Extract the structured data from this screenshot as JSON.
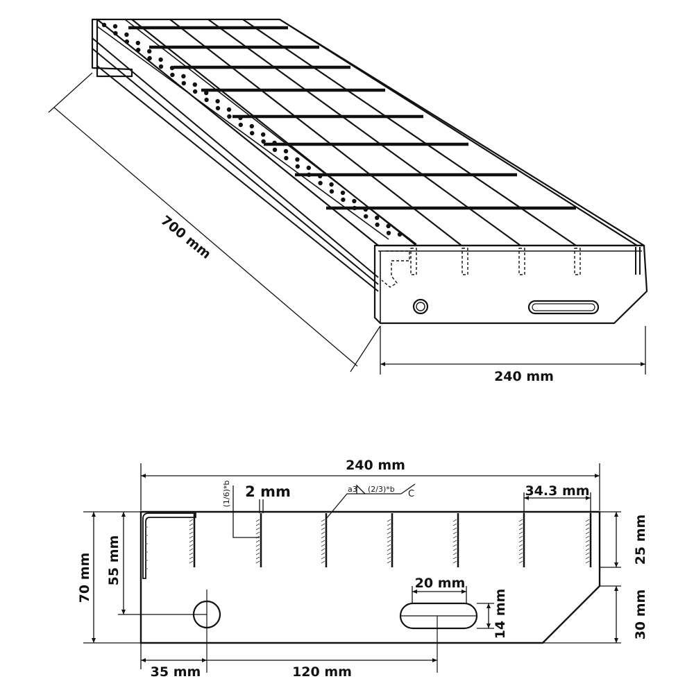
{
  "perspective_view": {
    "length_label": "700 mm",
    "width_label": "240 mm"
  },
  "side_view": {
    "total_width_label": "240 mm",
    "bar_thickness_label": "2 mm",
    "bar_spacing_label": "34.3 mm",
    "total_height_label": "70 mm",
    "height_to_holes_label": "55 mm",
    "bar_depth_label": "25 mm",
    "lower_section_label": "30 mm",
    "slot_length_label": "20 mm",
    "slot_height_label": "14 mm",
    "hole_offset_label": "35 mm",
    "hole_to_slot_label": "120 mm",
    "weld_note_left": "(1/6)*b",
    "weld_note_top": "a3",
    "weld_note_top_suffix": "(2/3)*b",
    "weld_symbol": "C"
  }
}
